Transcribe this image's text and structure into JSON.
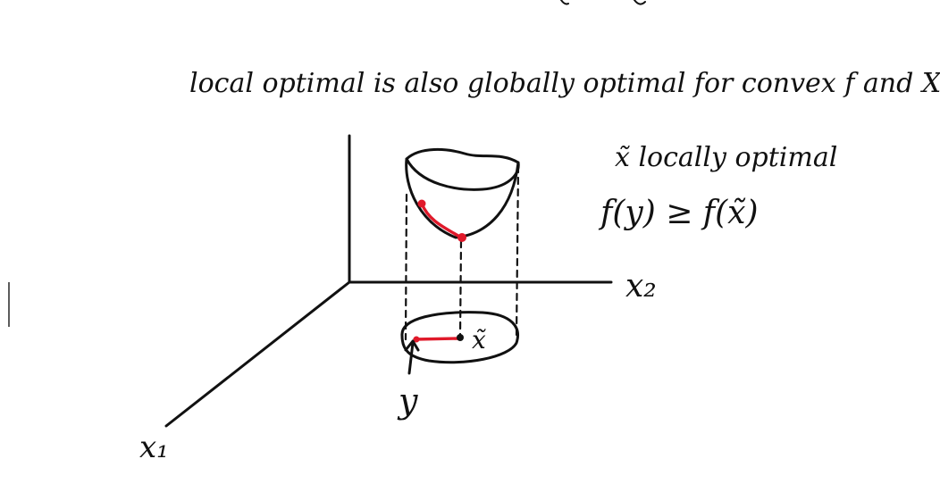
{
  "heading": "local optimal is also globally optimal for convex f and X",
  "note_line1": "x̃ locally optimal",
  "note_line2": "f(y) ≥ f(x̃)",
  "axis_x1_label": "x₁",
  "axis_x2_label": "x₂",
  "point_x_tilde_label": "x̃",
  "point_y_label": "y",
  "colors": {
    "ink": "#111111",
    "highlight": "#e0192a",
    "background": "#ffffff"
  }
}
